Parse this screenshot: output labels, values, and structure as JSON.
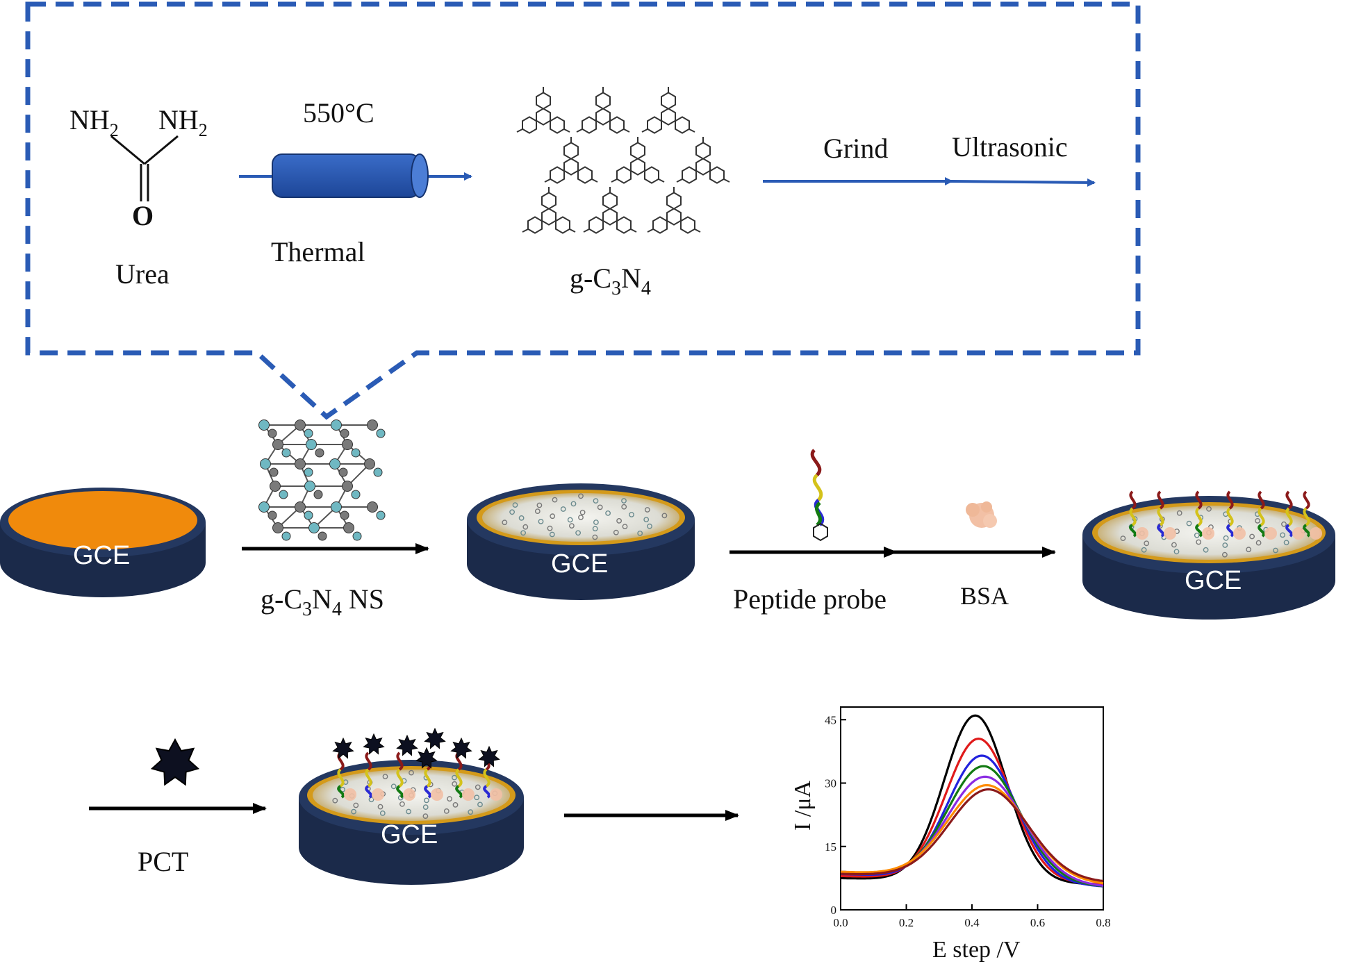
{
  "synthesis": {
    "urea_nh2_left": "NH",
    "urea_nh2_right": "NH",
    "urea_sub": "2",
    "urea_o": "O",
    "urea_label": "Urea",
    "temperature": "550°C",
    "thermal_label": "Thermal",
    "gcn_label_g": "g-C",
    "gcn_sub3": "3",
    "gcn_n": "N",
    "gcn_sub4": "4",
    "grind_label": "Grind",
    "ultrasonic_label": "Ultrasonic"
  },
  "assembly": {
    "electrode_label": "GCE",
    "ns_label_g": "g-C",
    "ns_sub3": "3",
    "ns_n": "N",
    "ns_sub4": "4",
    "ns_suffix": " NS",
    "peptide_label": "Peptide probe",
    "bsa_label": "BSA",
    "pct_label": "PCT"
  },
  "colors": {
    "dash_blue": "#2a5bb5",
    "arrow_blue": "#2a5bb5",
    "cylinder_blue": "#2452a8",
    "electrode_navy": "#1b2a4a",
    "electrode_top_orange": "#f08a0c",
    "bsa_pink": "#f2c0a5"
  },
  "chart_data": {
    "type": "line",
    "xlabel": "E step /V",
    "ylabel": "I /μA",
    "xlim": [
      0.0,
      0.8
    ],
    "ylim": [
      0,
      48
    ],
    "xticks": [
      "0.0",
      "0.2",
      "0.4",
      "0.6",
      "0.8"
    ],
    "yticks": [
      "0",
      "15",
      "30",
      "45"
    ],
    "grid": false,
    "series": [
      {
        "color": "#000000",
        "peak_x": 0.41,
        "peak_y": 46,
        "base_left": 7.5,
        "base_right": 6,
        "width": 0.095
      },
      {
        "color": "#e01a1a",
        "peak_x": 0.42,
        "peak_y": 40.5,
        "base_left": 8,
        "base_right": 6,
        "width": 0.1
      },
      {
        "color": "#2222dd",
        "peak_x": 0.43,
        "peak_y": 36.5,
        "base_left": 8.5,
        "base_right": 5.5,
        "width": 0.105
      },
      {
        "color": "#127a12",
        "peak_x": 0.435,
        "peak_y": 34,
        "base_left": 9,
        "base_right": 5.5,
        "width": 0.11
      },
      {
        "color": "#8a2be2",
        "peak_x": 0.44,
        "peak_y": 31.5,
        "base_left": 9,
        "base_right": 5.5,
        "width": 0.115
      },
      {
        "color": "#ff8c00",
        "peak_x": 0.445,
        "peak_y": 29.5,
        "base_left": 9,
        "base_right": 6,
        "width": 0.12
      },
      {
        "color": "#8b1a1a",
        "peak_x": 0.45,
        "peak_y": 28.5,
        "base_left": 8.5,
        "base_right": 6.5,
        "width": 0.12
      }
    ]
  }
}
